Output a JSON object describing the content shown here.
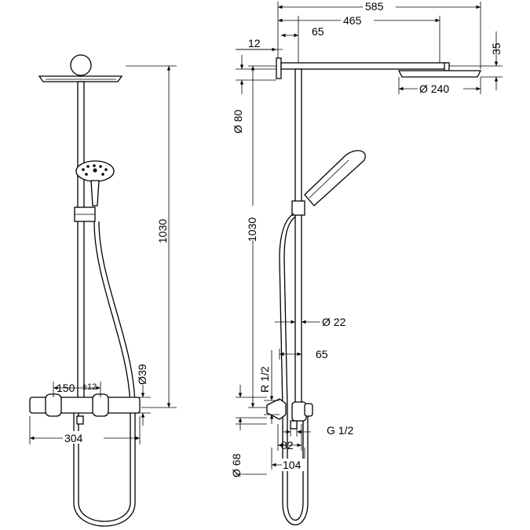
{
  "dimensions": {
    "front": {
      "height": "1030",
      "spacing": "150",
      "tolerance": "±12",
      "mixer_width": "304",
      "mixer_diameter": "Ø39"
    },
    "side": {
      "arm_total": "585",
      "arm_to_center": "465",
      "wall_offset": "65",
      "plate": "12",
      "head_height": "35",
      "head_diameter": "Ø 240",
      "rose_diameter": "Ø 80",
      "height": "1030",
      "pipe_diameter": "Ø 22",
      "pipe_offset": "65",
      "inlet_thread": "R 1/2",
      "outlet_thread": "G 1/2",
      "escutcheon": "Ø 68",
      "depth_82": "82",
      "depth_104": "104"
    }
  }
}
